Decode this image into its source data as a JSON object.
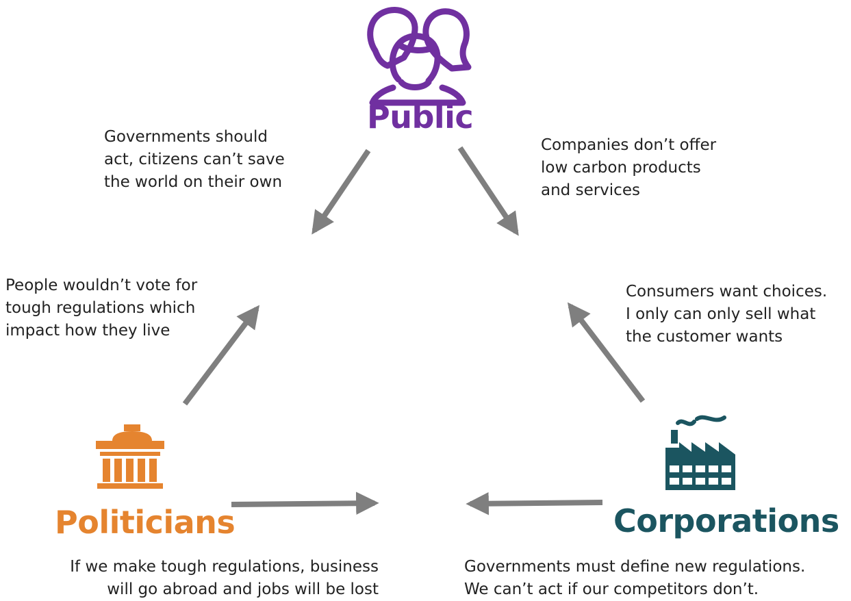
{
  "colors": {
    "public": "#7030a0",
    "politicians": "#e5842f",
    "corporations": "#1b5560",
    "arrow": "#7f7f7f",
    "text": "#222222"
  },
  "nodes": {
    "public": {
      "label": "Public",
      "icon": "people-group-icon"
    },
    "politicians": {
      "label": "Politicians",
      "icon": "government-building-icon"
    },
    "corporations": {
      "label": "Corporations",
      "icon": "factory-icon"
    }
  },
  "quotes": {
    "public_to_politicians": [
      "Governments should",
      "act, citizens can’t save",
      "the world on their own"
    ],
    "public_to_corporations": [
      "Companies don’t offer",
      "low carbon products",
      "and services"
    ],
    "politicians_to_public": [
      "People wouldn’t vote for",
      "tough regulations  which",
      "impact how they live"
    ],
    "corporations_to_public": [
      "Consumers want choices.",
      "I only can only sell what",
      "the customer wants"
    ],
    "politicians_to_corporations": [
      "If we make tough regulations, business",
      "will go abroad and jobs will be lost"
    ],
    "corporations_to_politicians": [
      "Governments must define new regulations.",
      "We can’t act if our competitors don’t."
    ]
  }
}
